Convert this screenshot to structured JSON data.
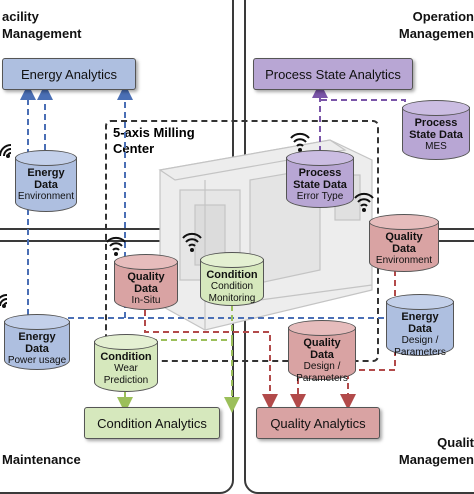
{
  "quadrants": {
    "facility": {
      "title_line1": "acility",
      "title_line2": "Management"
    },
    "operations": {
      "title_line1": "Operation",
      "title_line2": "Managemen"
    },
    "maintenance": {
      "title": "Maintenance"
    },
    "quality": {
      "title_line1": "Qualit",
      "title_line2": "Managemen"
    }
  },
  "center": {
    "title_line1": "5-axis Milling",
    "title_line2": "Center"
  },
  "analytics": {
    "energy": "Energy Analytics",
    "process": "Process State Analytics",
    "condition": "Condition Analytics",
    "quality": "Quality Analytics"
  },
  "databases": {
    "energy_env": {
      "title_line1": "Energy",
      "title_line2": "Data",
      "sub": "Environment"
    },
    "process_mes": {
      "title_line1": "Process",
      "title_line2": "State Data",
      "sub": "MES"
    },
    "process_error": {
      "title_line1": "Process",
      "title_line2": "State Data",
      "sub": "Error Type"
    },
    "quality_env": {
      "title_line1": "Quality",
      "title_line2": "Data",
      "sub": "Environment"
    },
    "quality_insitu": {
      "title_line1": "Quality",
      "title_line2": "Data",
      "sub": "In-Situ"
    },
    "condition_monitoring": {
      "title_line1": "Condition",
      "sub_line1": "Condition",
      "sub_line2": "Monitoring"
    },
    "energy_power": {
      "title_line1": "Energy",
      "title_line2": "Data",
      "sub": "Power usage"
    },
    "condition_wear": {
      "title_line1": "Condition",
      "sub_line1": "Wear",
      "sub_line2": "Prediction"
    },
    "quality_design": {
      "title_line1": "Quality",
      "title_line2": "Data",
      "sub_line1": "Design /",
      "sub_line2": "Parameters"
    },
    "energy_design": {
      "title_line1": "Energy",
      "title_line2": "Data",
      "sub_line1": "Design /",
      "sub_line2": "Parameters"
    }
  },
  "colors": {
    "energy_fill": "#aebfe0",
    "energy_line": "#4a6fb5",
    "process_fill": "#b8a6d4",
    "process_line": "#7a55a8",
    "quality_fill": "#d9a3a3",
    "quality_line": "#b24a4a",
    "condition_fill": "#d6e8bd",
    "condition_line": "#9bbf5a"
  },
  "icons": [
    "wifi-signal-icon",
    "milling-machine-illustration"
  ]
}
